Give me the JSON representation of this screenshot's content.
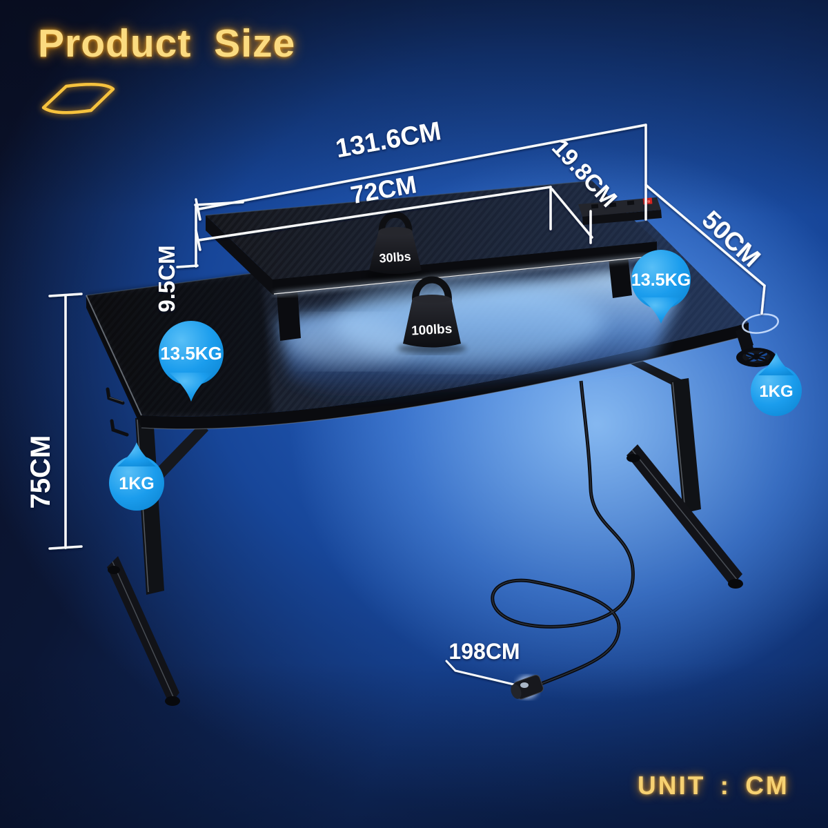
{
  "title": "Product Size",
  "unit_label": "UNIT : CM",
  "dimensions": {
    "desk_width": "131.6CM",
    "shelf_width": "72CM",
    "shelf_depth": "19.8CM",
    "desk_depth": "50CM",
    "shelf_height": "9.5CM",
    "desk_height": "75CM",
    "cord_length": "198CM"
  },
  "load_labels": {
    "shelf_lbs": "30lbs",
    "desk_lbs": "100lbs",
    "desk_left_kg": "13.5KG",
    "desk_right_kg": "13.5KG",
    "hook_kg": "1KG",
    "cup_holder_kg": "1KG"
  },
  "colors": {
    "accent_gold": "#F7D277",
    "dimension_text": "#FFFFFF",
    "badge_blue": "#29A9F2",
    "led_glow_blue": "#9FD0FF",
    "background_navy": "#0B1634",
    "background_highlight": "#6FA9F0"
  }
}
